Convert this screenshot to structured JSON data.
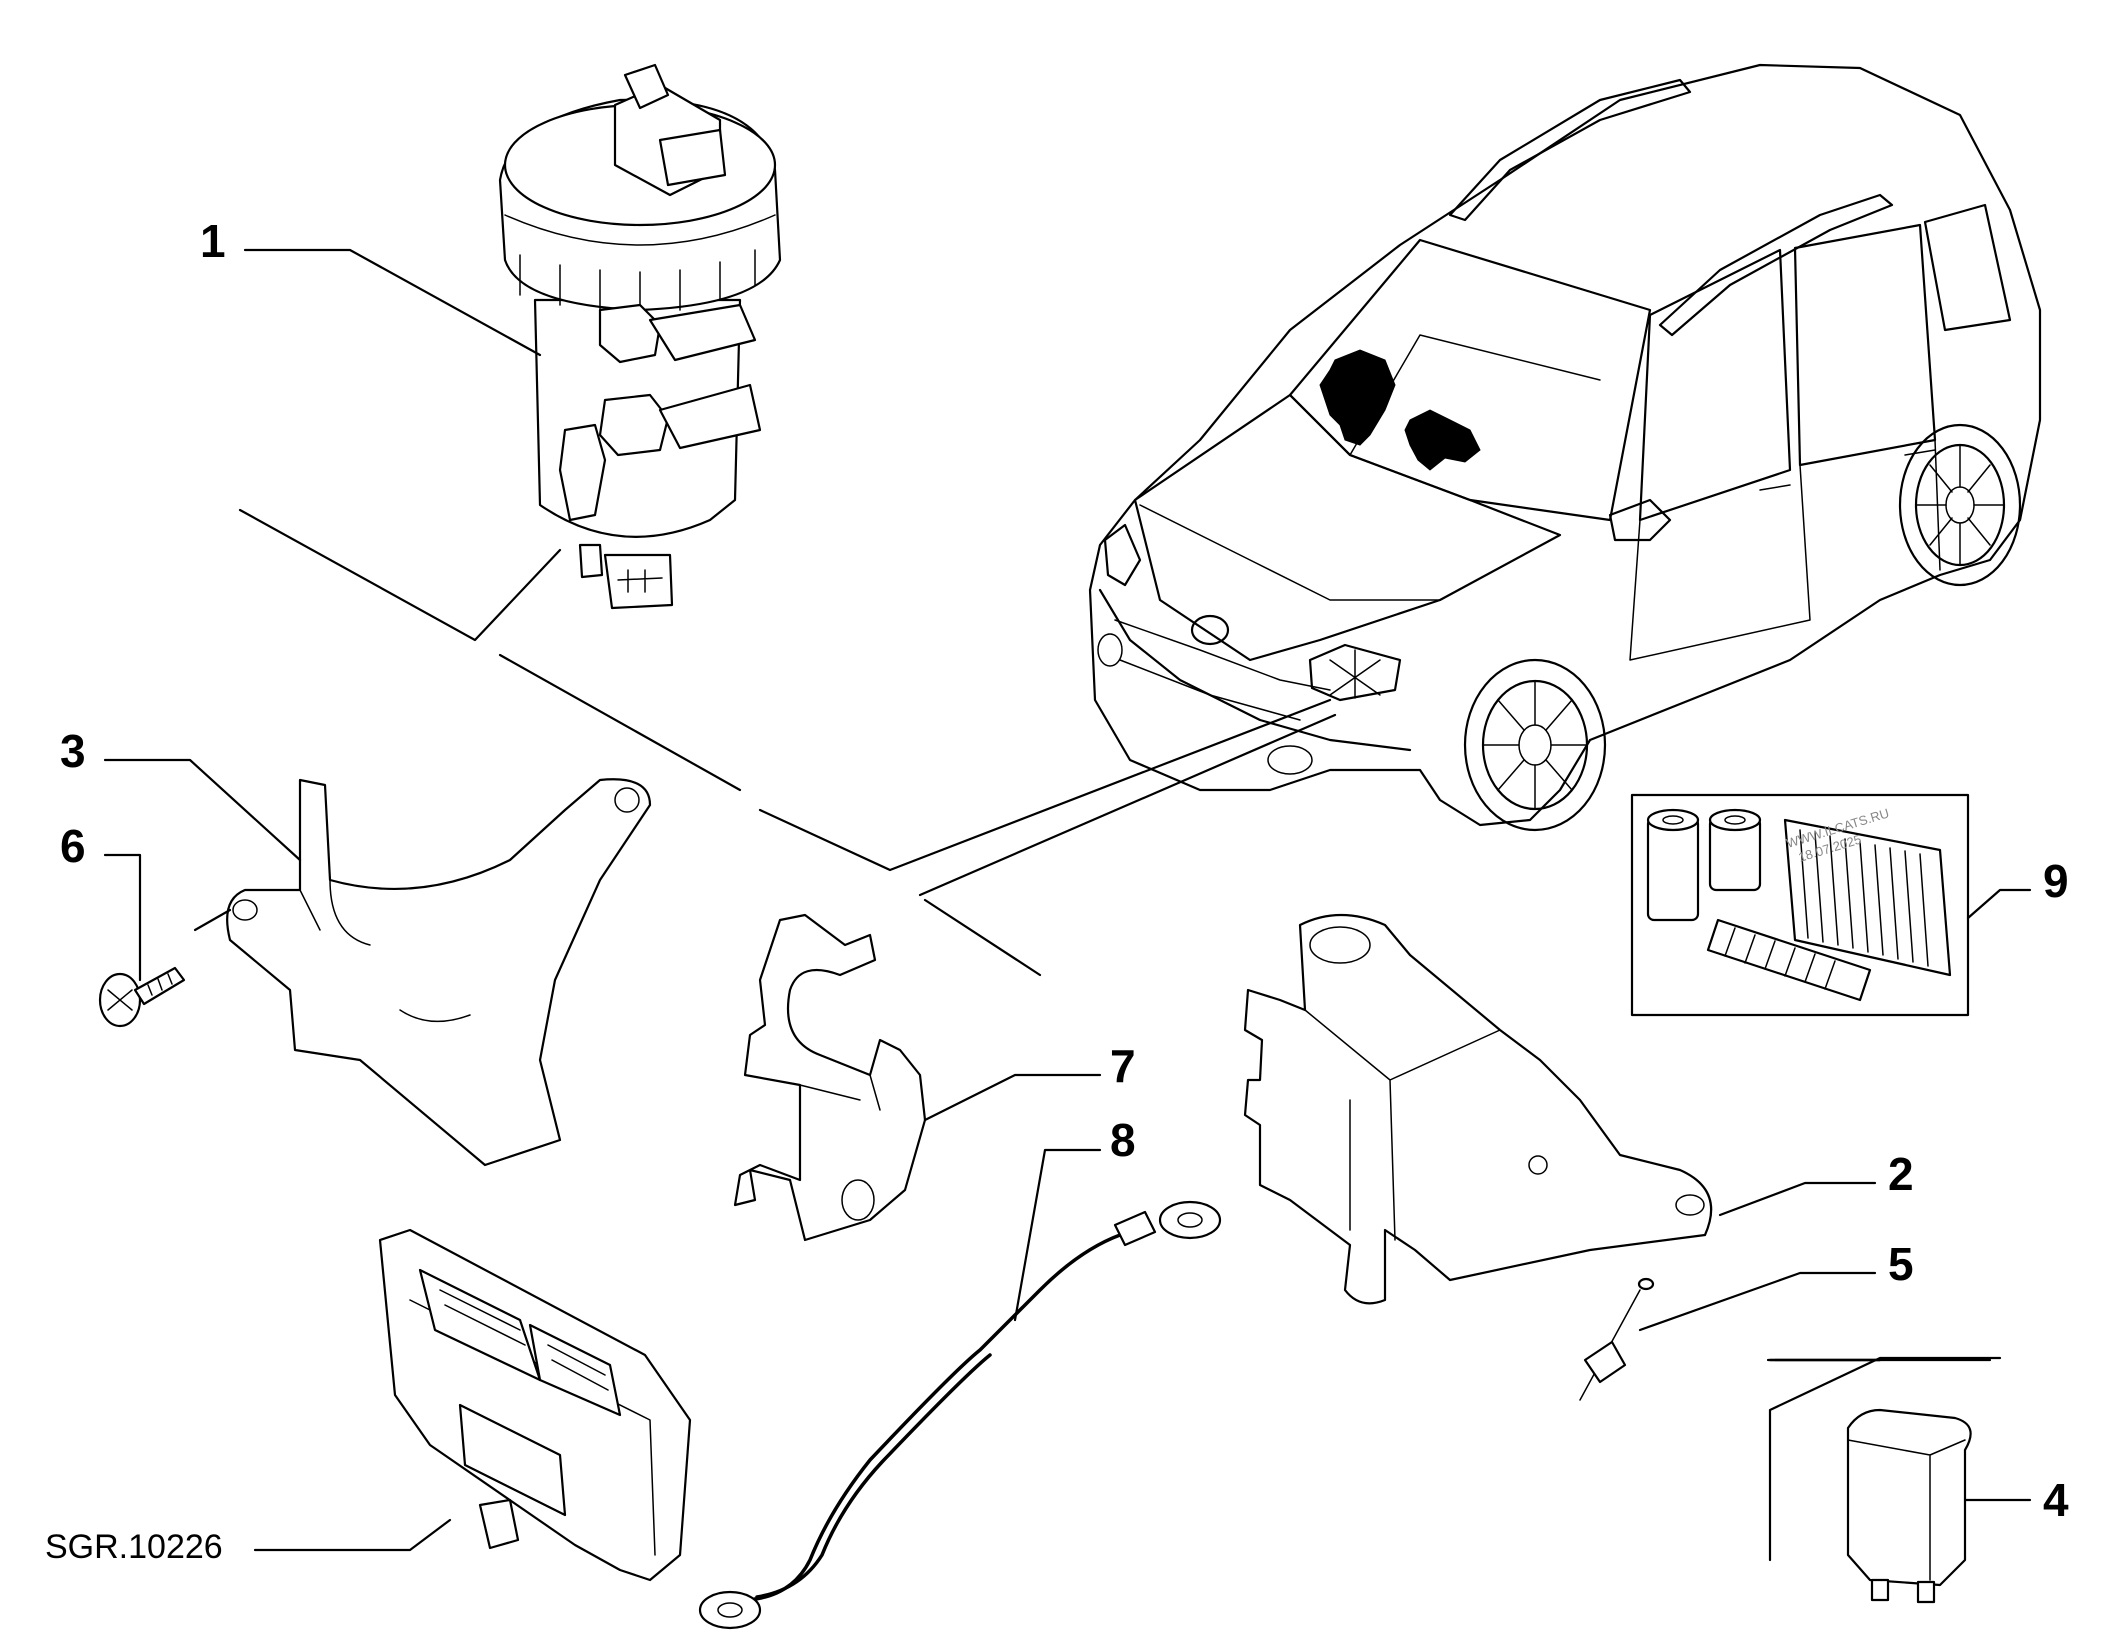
{
  "figure": {
    "reference_code": "SGR.10226",
    "watermark": "WWW.ILCATS.RU",
    "watermark_date": "18.07.2025"
  },
  "callouts": [
    "1",
    "2",
    "3",
    "4",
    "5",
    "6",
    "7",
    "8",
    "9"
  ]
}
